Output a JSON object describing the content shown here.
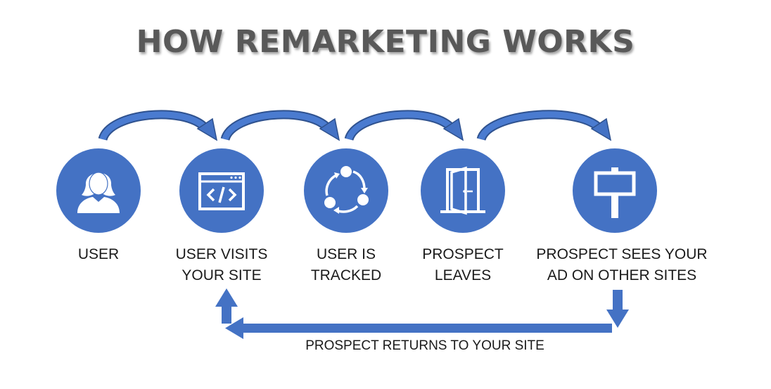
{
  "title": "HOW REMARKETING WORKS",
  "colors": {
    "circle": "#4472c4",
    "arrow": "#4472c4",
    "arrow_dark": "#2f528f",
    "icon": "#ffffff",
    "title": "#595959"
  },
  "steps": [
    {
      "icon": "user-icon",
      "line1": "USER",
      "line2": ""
    },
    {
      "icon": "code-window-icon",
      "line1": "USER VISITS",
      "line2": "YOUR SITE"
    },
    {
      "icon": "cycle-icon",
      "line1": "USER IS",
      "line2": "TRACKED"
    },
    {
      "icon": "door-exit-icon",
      "line1": "PROSPECT",
      "line2": "LEAVES"
    },
    {
      "icon": "signpost-icon",
      "line1": "PROSPECT SEES YOUR",
      "line2": "AD ON OTHER SITES"
    }
  ],
  "return_label": "PROSPECT RETURNS TO YOUR SITE"
}
